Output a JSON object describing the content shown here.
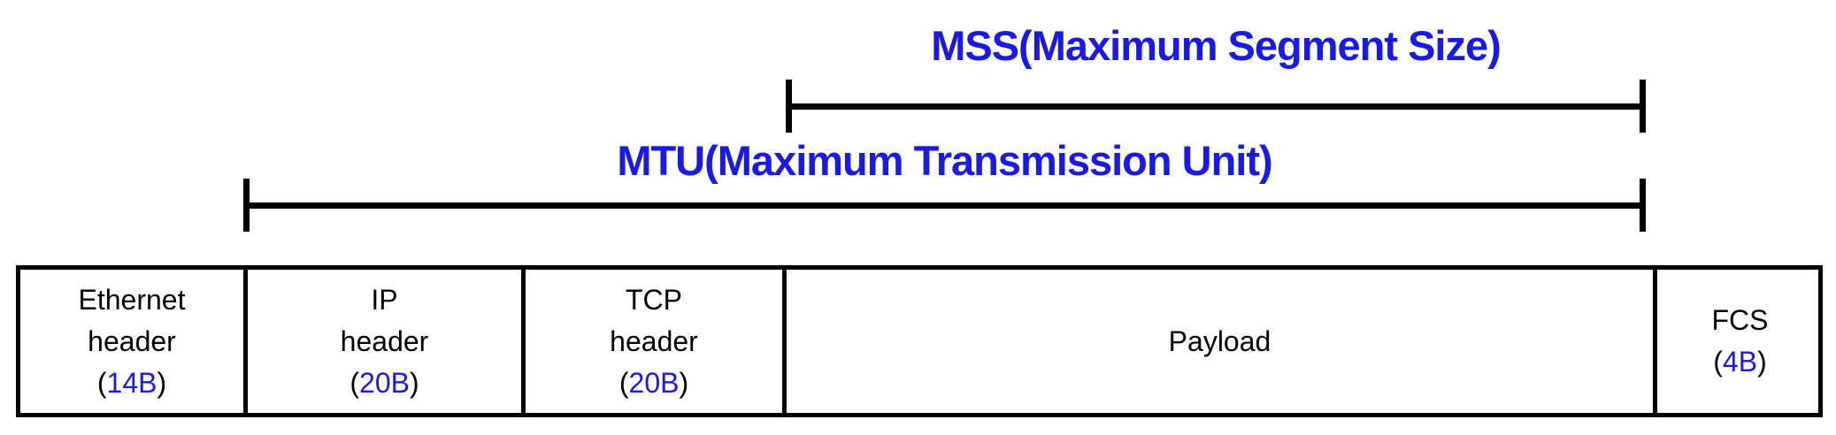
{
  "diagram": {
    "title_spans": {
      "mss": {
        "label": "MSS(Maximum Segment Size)"
      },
      "mtu": {
        "label": "MTU(Maximum Transmission Unit)"
      }
    },
    "colors": {
      "accent_blue": "#1A1AE8",
      "line_black": "#000000",
      "background": "#FFFFFF"
    },
    "frame": {
      "paren_open": "(",
      "paren_close": ")",
      "segments": [
        {
          "id": "ethernet-header",
          "line1": "Ethernet",
          "line2": "header",
          "size": "14B"
        },
        {
          "id": "ip-header",
          "line1": "IP",
          "line2": "header",
          "size": "20B"
        },
        {
          "id": "tcp-header",
          "line1": "TCP",
          "line2": "header",
          "size": "20B"
        },
        {
          "id": "payload",
          "line1": "Payload"
        },
        {
          "id": "fcs",
          "line1": "FCS",
          "size": "4B"
        }
      ]
    }
  }
}
